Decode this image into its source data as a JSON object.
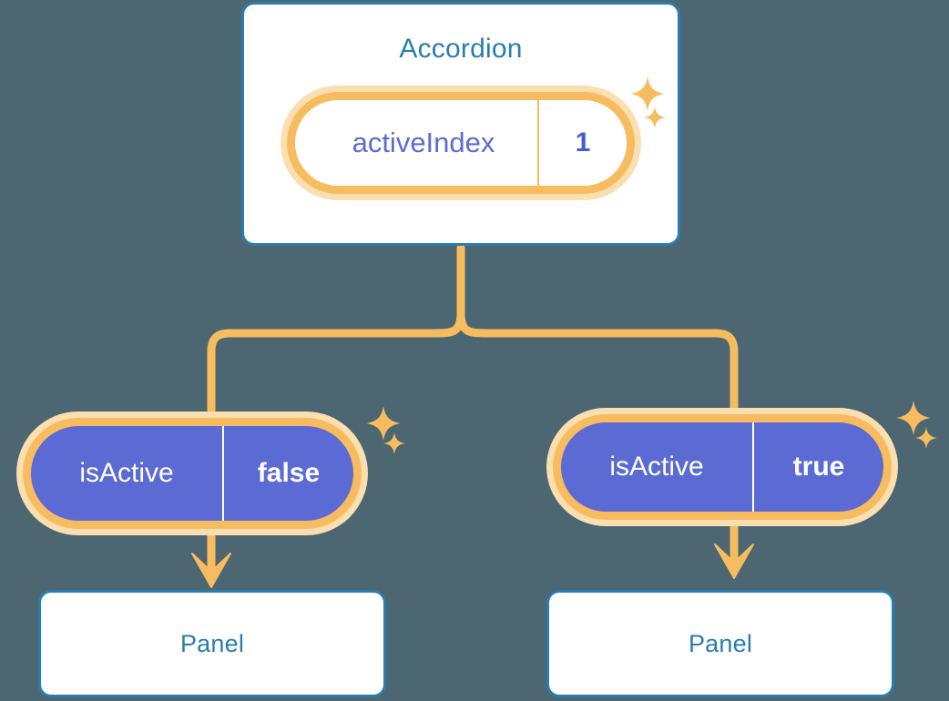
{
  "diagram": {
    "type": "component-state-tree",
    "background_color": "#4c6672",
    "palette": {
      "card_border": "#2b7cb0",
      "card_title_text": "#2b7cb0",
      "card_background": "#ffffff",
      "pill_ring": "#f8bc60",
      "pill_glow": "#fbdfb0",
      "pill_solid_fill": "#5c6bd4",
      "pill_key_text": "#5c6bd4",
      "pill_value_text": "#4a5bd0",
      "connector": "#f8bc60",
      "sparkle": "#f8bc60"
    },
    "root": {
      "title": "Accordion",
      "state": {
        "key": "activeIndex",
        "value": "1"
      }
    },
    "branches": [
      {
        "state": {
          "key": "isActive",
          "value": "false"
        },
        "child": {
          "title": "Panel"
        }
      },
      {
        "state": {
          "key": "isActive",
          "value": "true"
        },
        "child": {
          "title": "Panel"
        }
      }
    ],
    "icons": {
      "sparkle_large": "sparkle-icon",
      "sparkle_small": "sparkle-small-icon",
      "arrow": "arrow-down-icon"
    }
  }
}
